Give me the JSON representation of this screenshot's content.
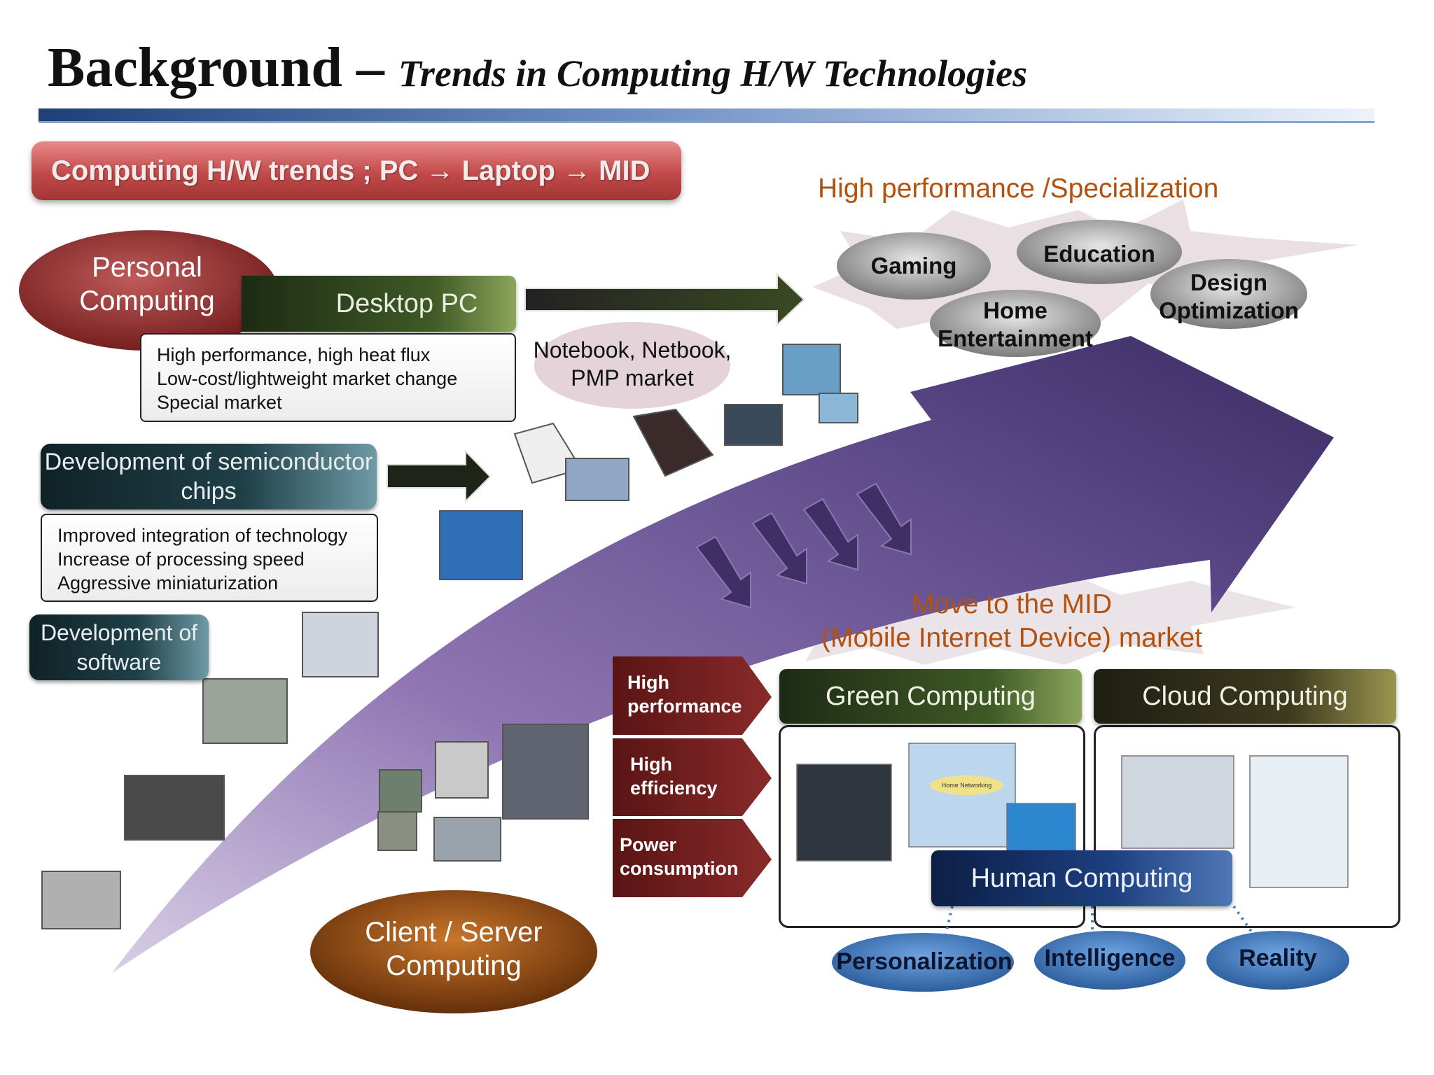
{
  "title": {
    "main": "Background – ",
    "sub": "Trends in Computing H/W Technologies"
  },
  "banner": "Computing H/W trends ;  PC → Laptop → MID",
  "personal_computing": "Personal Computing",
  "desktop_pc": "Desktop PC",
  "desktop_notes": [
    "High performance, high heat flux",
    "Low-cost/lightweight market change",
    "Special market"
  ],
  "notebook_market": "Notebook, Netbook, PMP market",
  "semiconductor": "Development of semiconductor chips",
  "semiconductor_notes": [
    "Improved integration of technology",
    "Increase of processing speed",
    "Aggressive miniaturization"
  ],
  "software": "Development of software",
  "high_perf_title": "High performance /Specialization",
  "specializations": [
    "Gaming",
    "Education",
    "Home Entertainment",
    "Design Optimization"
  ],
  "mid_move": [
    "Move to the MID",
    "(Mobile Internet Device) market"
  ],
  "red_tabs": [
    "High performance",
    "High efficiency",
    "Power consumption"
  ],
  "green_computing": "Green Computing",
  "cloud_computing": "Cloud Computing",
  "human_computing": "Human Computing",
  "home_networking_label": "Home Networking",
  "blue_clouds": [
    "Personalization",
    "Intelligence",
    "Reality"
  ],
  "client_server": "Client / Server Computing"
}
